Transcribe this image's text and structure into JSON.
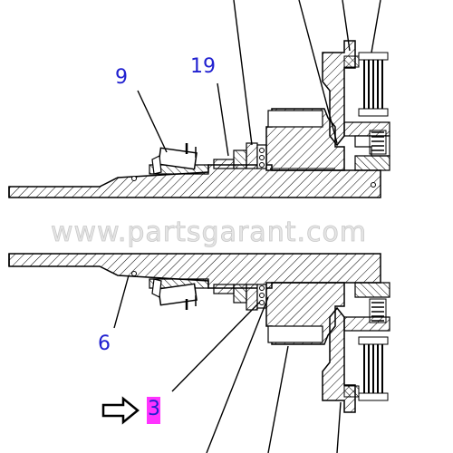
{
  "diagram": {
    "callouts": {
      "c9": "9",
      "c19": "19",
      "c6": "6",
      "c3": "3"
    },
    "watermark": "www.partsgarant.com",
    "highlight_color": "#ff33ff",
    "callout_color": "#2020d0"
  }
}
